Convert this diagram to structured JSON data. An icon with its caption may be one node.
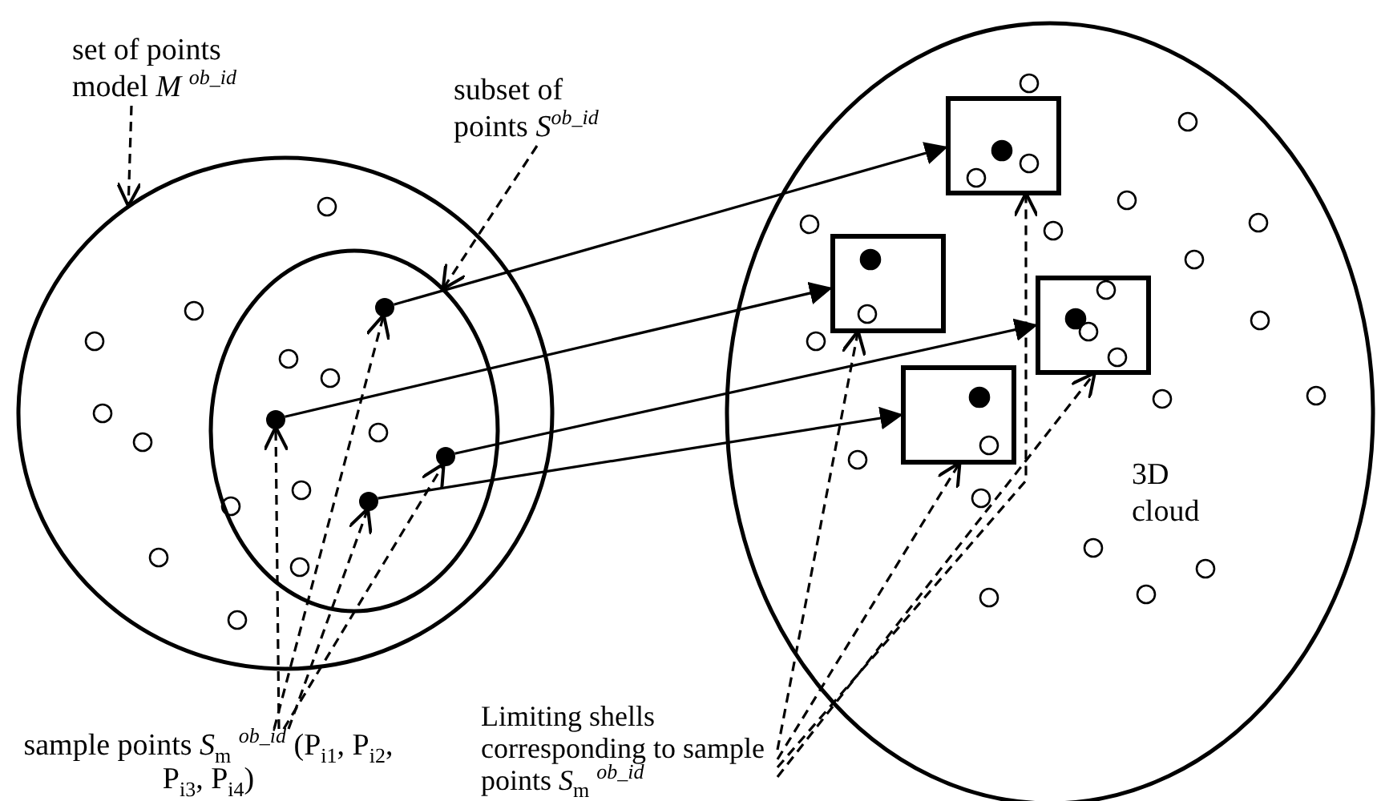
{
  "diagram": {
    "nodes": [
      {
        "text": [
          "set of points model *M* $^{ob_id}$"
        ]
      },
      {
        "text": [],
        "shape": "circle"
      },
      {
        "text": [
          "subset of points *S*$^{ob_id}$"
        ]
      },
      {
        "text": [],
        "shape": "circle",
        "in": 1
      },
      {
        "text": [],
        "shape": "circle",
        "in": 3
      },
      {
        "text": [],
        "shape": "circle",
        "in": 3
      },
      {
        "text": [],
        "shape": "circle",
        "in": 3
      },
      {
        "text": [],
        "shape": "circle",
        "in": 3
      },
      {
        "text": [
          "sample points *S*$_{m}$ $^{ob_id}$ (P$_{i1}$, P$_{i2}$, P$_{i3}$, P$_{i4}$)"
        ]
      },
      {
        "text": [
          "3D cloud"
        ]
      },
      {
        "text": [],
        "shape": "box",
        "in": 9
      },
      {
        "text": [],
        "shape": "box",
        "in": 9
      },
      {
        "text": [],
        "shape": "box",
        "in": 9
      },
      {
        "text": [],
        "shape": "box",
        "in": 9
      },
      {
        "text": [
          "Limiting shells corresponding to sample points *S*$_{m}$ $^{ob_id}$"
        ]
      }
    ],
    "edges": [
      {
        "from": 0,
        "to": 1,
        "arrow": "to",
        "style": "dashed"
      },
      {
        "from": 2,
        "to": 3,
        "arrow": "to",
        "style": "dashed"
      },
      {
        "from": 4,
        "to": 10,
        "arrow": "to"
      },
      {
        "from": 5,
        "to": 11,
        "arrow": "to"
      },
      {
        "from": 6,
        "to": 12,
        "arrow": "to"
      },
      {
        "from": 7,
        "to": 13,
        "arrow": "to"
      },
      {
        "from": 8,
        "to": 4,
        "arrow": "to",
        "style": "dashed"
      },
      {
        "from": 8,
        "to": 5,
        "arrow": "to",
        "style": "dashed"
      },
      {
        "from": 8,
        "to": 6,
        "arrow": "to",
        "style": "dashed"
      },
      {
        "from": 8,
        "to": 7,
        "arrow": "to",
        "style": "dashed"
      },
      {
        "from": 14,
        "to": 11,
        "arrow": "to",
        "style": "dashed"
      },
      {
        "from": 14,
        "to": 13,
        "arrow": "to",
        "style": "dashed"
      },
      {
        "from": 14,
        "to": 10,
        "arrow": "to",
        "style": "dashed"
      },
      {
        "from": 14,
        "to": 12,
        "arrow": "to",
        "style": "dashed"
      }
    ]
  }
}
